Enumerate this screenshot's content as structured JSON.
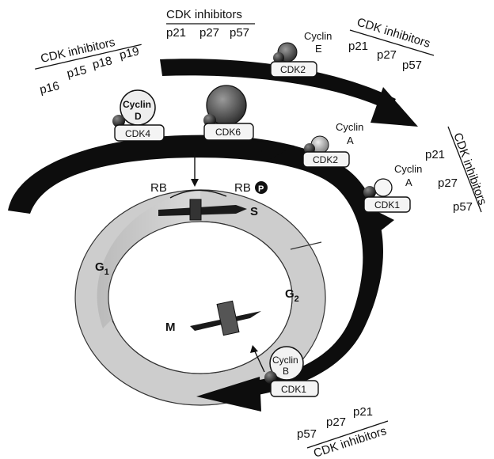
{
  "inhibitor_title": "CDK inhibitors",
  "ink4_group": [
    "p16",
    "p15",
    "p18",
    "p19"
  ],
  "cip_group": [
    "p21",
    "p27",
    "p57"
  ],
  "complexes": {
    "d_cdk4": {
      "cyclin": "Cyclin",
      "letter": "D",
      "cdk": "CDK4"
    },
    "d_cdk6": {
      "cdk": "CDK6"
    },
    "e_cdk2": {
      "cyclin": "Cyclin",
      "letter": "E",
      "cdk": "CDK2"
    },
    "a_cdk2": {
      "cyclin": "Cyclin",
      "letter": "A",
      "cdk": "CDK2"
    },
    "a_cdk1": {
      "cyclin": "Cyclin",
      "letter": "A",
      "cdk": "CDK1"
    },
    "b_cdk1": {
      "cyclin": "Cyclin",
      "letter": "B",
      "cdk": "CDK1"
    }
  },
  "rb": {
    "unphosphorylated": "RB",
    "phosphorylated": "RB",
    "phospho_symbol": "P"
  },
  "phases": {
    "g1": "G",
    "g1_sub": "1",
    "s": "S",
    "g2": "G",
    "g2_sub": "2",
    "m": "M"
  },
  "colors": {
    "arrow": "#0d0d0d",
    "ring": "#c9c9c9",
    "box": "#f4f4f4",
    "cyclin_fill": "#ececec",
    "ink": "#111111"
  }
}
